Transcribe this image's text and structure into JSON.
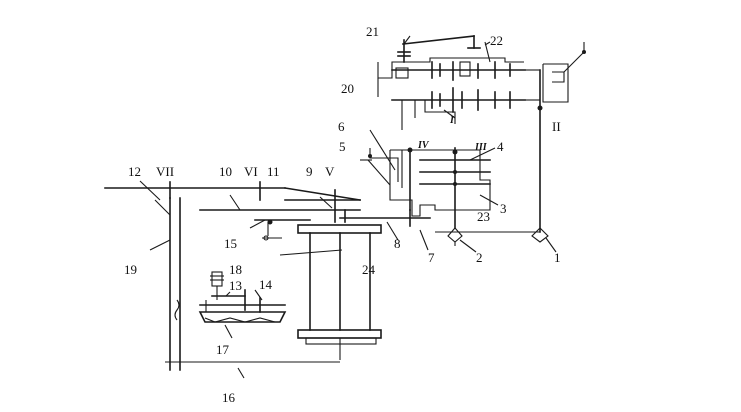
{
  "numbers": {
    "n1": "1",
    "n2": "2",
    "n3": "3",
    "n4": "4",
    "n5": "5",
    "n6": "6",
    "n7": "7",
    "n8": "8",
    "n9": "9",
    "n10": "10",
    "n11": "11",
    "n12": "12",
    "n13": "13",
    "n14": "14",
    "n15": "15",
    "n16": "16",
    "n17": "17",
    "n18": "18",
    "n19": "19",
    "n20": "20",
    "n21": "21",
    "n22": "22",
    "n23": "23",
    "n24": "24"
  },
  "shafts": {
    "s1": "I",
    "s2": "II",
    "s3": "III",
    "s4": "IV",
    "s5": "V",
    "s6": "VI",
    "s7": "VII"
  }
}
